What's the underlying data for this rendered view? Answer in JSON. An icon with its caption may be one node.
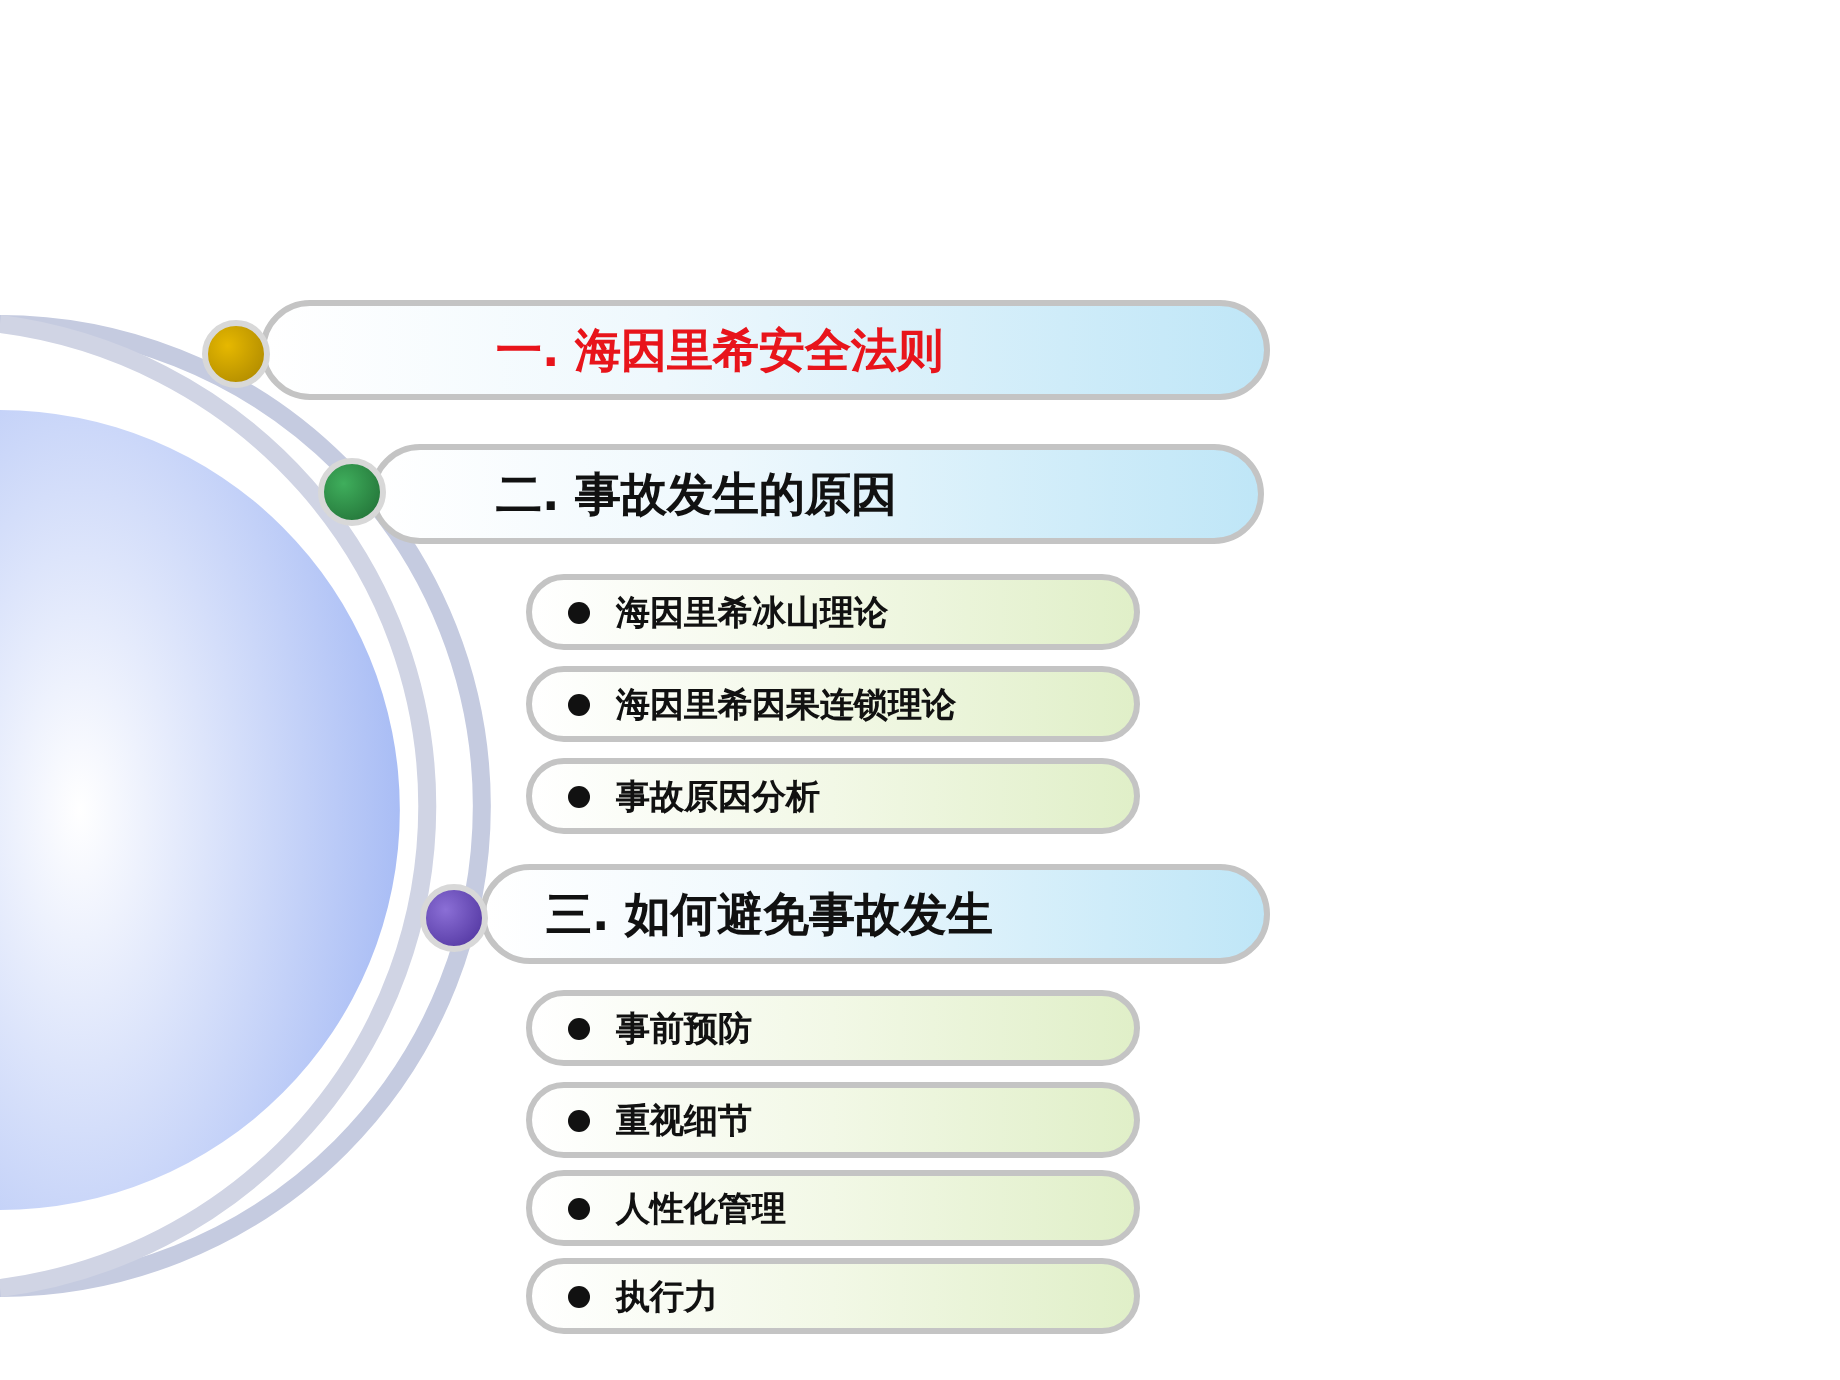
{
  "diagram": {
    "nodes": [
      {
        "text": [
          "一. 海因里希安全法则"
        ]
      },
      {
        "text": [
          "二. 事故发生的原因"
        ]
      },
      {
        "text": [
          "海因里希冰山理论"
        ]
      },
      {
        "text": [
          "海因里希因果连锁理论"
        ]
      },
      {
        "text": [
          "事故原因分析"
        ]
      },
      {
        "text": [
          "三. 如何避免事故发生"
        ]
      },
      {
        "text": [
          "事前预防"
        ]
      },
      {
        "text": [
          "重视细节"
        ]
      },
      {
        "text": [
          "人性化管理"
        ]
      },
      {
        "text": [
          "执行力"
        ]
      }
    ]
  }
}
